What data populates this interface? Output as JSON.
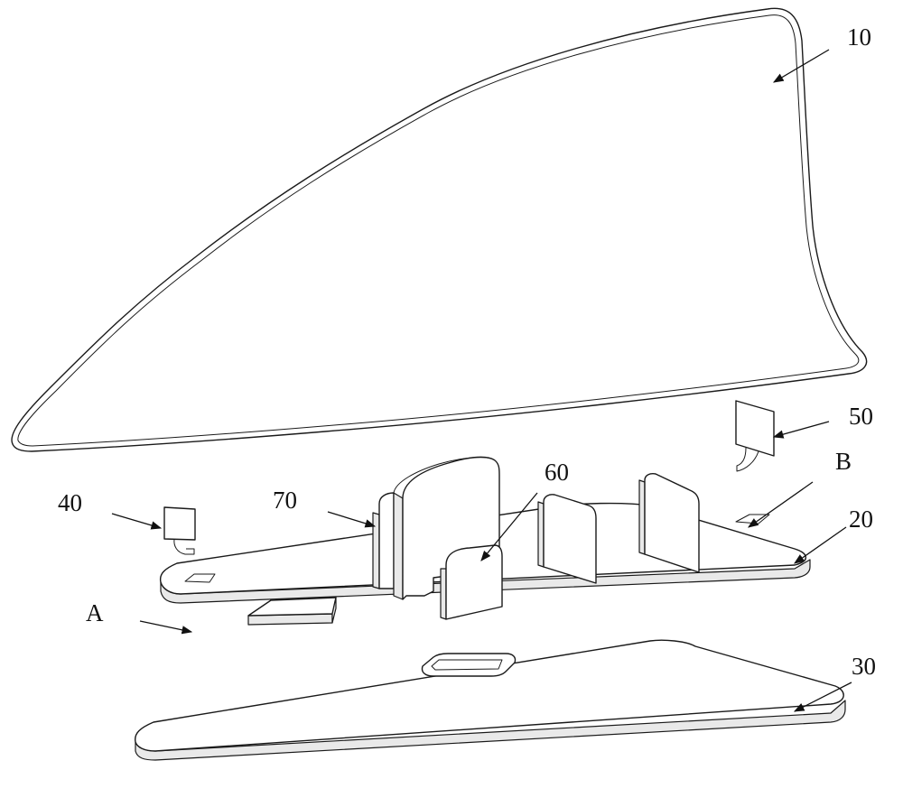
{
  "figure": {
    "labels": {
      "shell": "10",
      "board": "20",
      "base": "30",
      "patch_a": "40",
      "patch_b": "50",
      "tab": "60",
      "plate": "70",
      "point_a": "A",
      "point_b": "B"
    },
    "colors": {
      "line": "#1a1a1a",
      "side_shade": "#e9e9e9",
      "background": "#ffffff"
    }
  }
}
